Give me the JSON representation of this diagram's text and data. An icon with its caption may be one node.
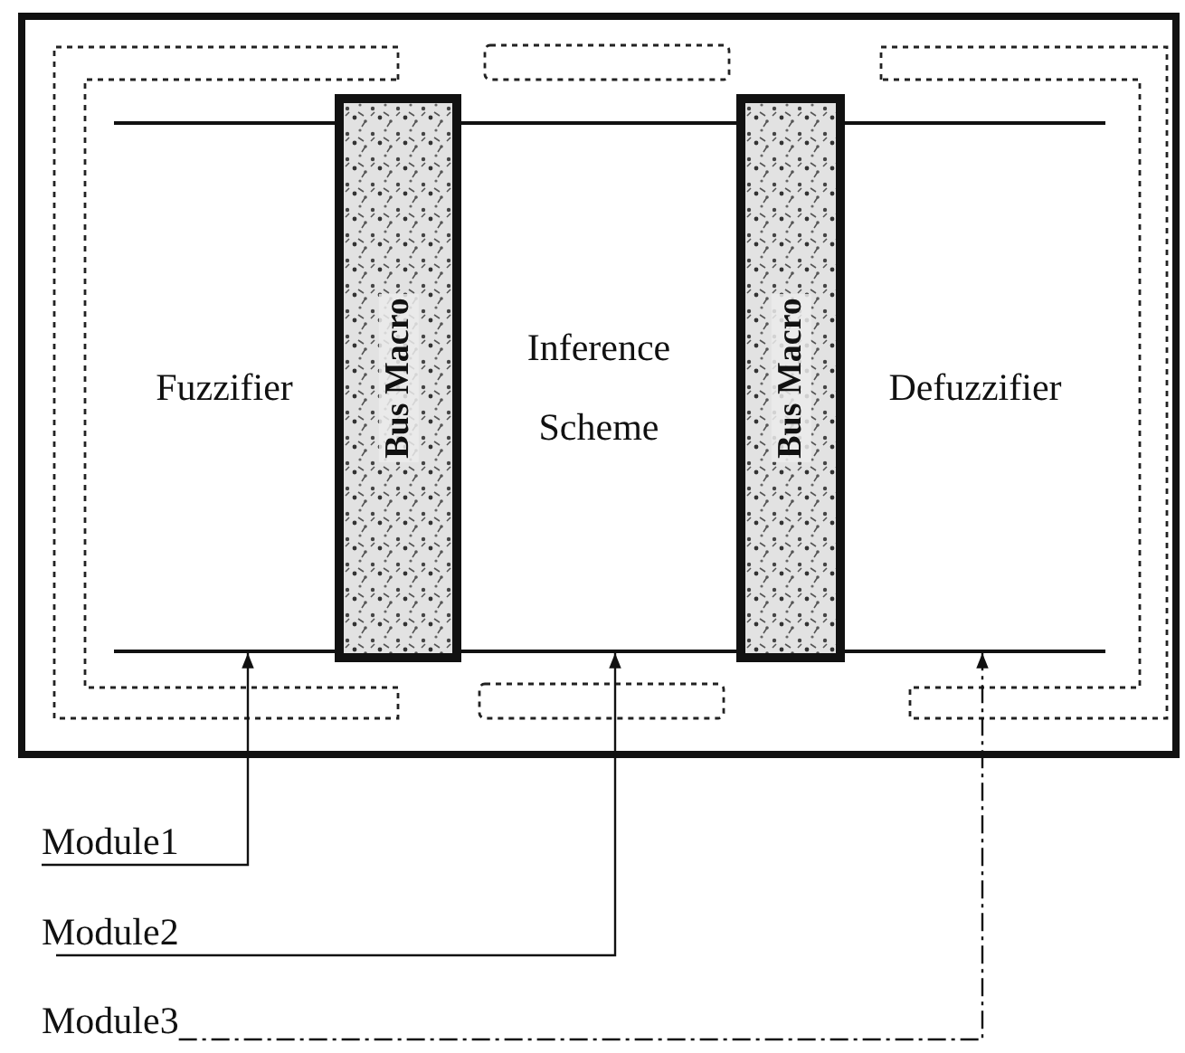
{
  "diagram": {
    "nodes": [
      {
        "text": [],
        "shape": "box"
      },
      {
        "text": [
          "Fuzzifier"
        ],
        "in": 0
      },
      {
        "text": [
          "Bus Macro"
        ],
        "in": 0
      },
      {
        "text": [
          "Inference Scheme"
        ],
        "in": 0
      },
      {
        "text": [
          "Bus Macro"
        ],
        "in": 0
      },
      {
        "text": [
          "Defuzzifier"
        ],
        "in": 0
      },
      {
        "text": [
          "Module1"
        ]
      },
      {
        "text": [
          "Module2"
        ]
      },
      {
        "text": [
          "Module3"
        ]
      }
    ],
    "edges": [
      {
        "from": 6,
        "to": 1,
        "arrow": "to"
      },
      {
        "from": 7,
        "to": 3,
        "arrow": "to"
      },
      {
        "from": 8,
        "to": 5,
        "arrow": "to",
        "style": "dashed"
      }
    ]
  }
}
